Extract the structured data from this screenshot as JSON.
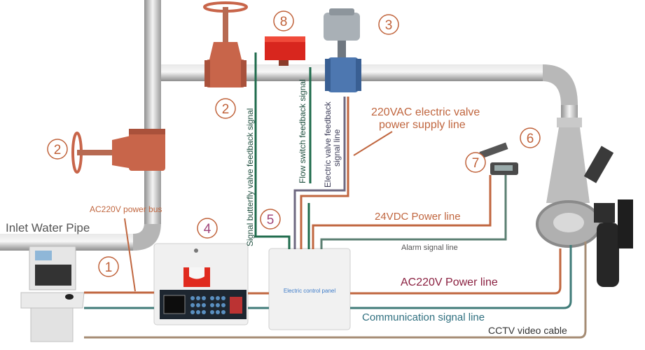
{
  "labels": {
    "inlet_pipe": "Inlet Water Pipe",
    "power_bus": "AC220V power bus",
    "valve_power_1": "220VAC electric valve",
    "valve_power_2": "power supply line",
    "dc_power": "24VDC Power line",
    "alarm": "Alarm signal line",
    "ac_power": "AC220V Power line",
    "communication": "Communication signal line",
    "cctv": "CCTV video cable",
    "butterfly_feedback": "Signal butterfly valve feedback signal",
    "flow_switch_feedback": "Flow switch feedback signal",
    "electric_valve_feedback_1": "Electric valve feedback",
    "electric_valve_feedback_2": "signal line",
    "control_panel": "Electric control panel"
  },
  "markers": [
    "1",
    "2",
    "2",
    "3",
    "4",
    "5",
    "6",
    "7",
    "8"
  ],
  "colors": {
    "marker": "#c0623a",
    "power_orange": "#c0663f",
    "signal_green": "#1f6b4c",
    "feedback_purple": "#6e6880",
    "alarm_teal": "#5b7f72",
    "comm_teal": "#3f7b78",
    "cctv_tan": "#a58c74",
    "pipe": "#bdbdbd",
    "valve_red": "#c8654a"
  }
}
